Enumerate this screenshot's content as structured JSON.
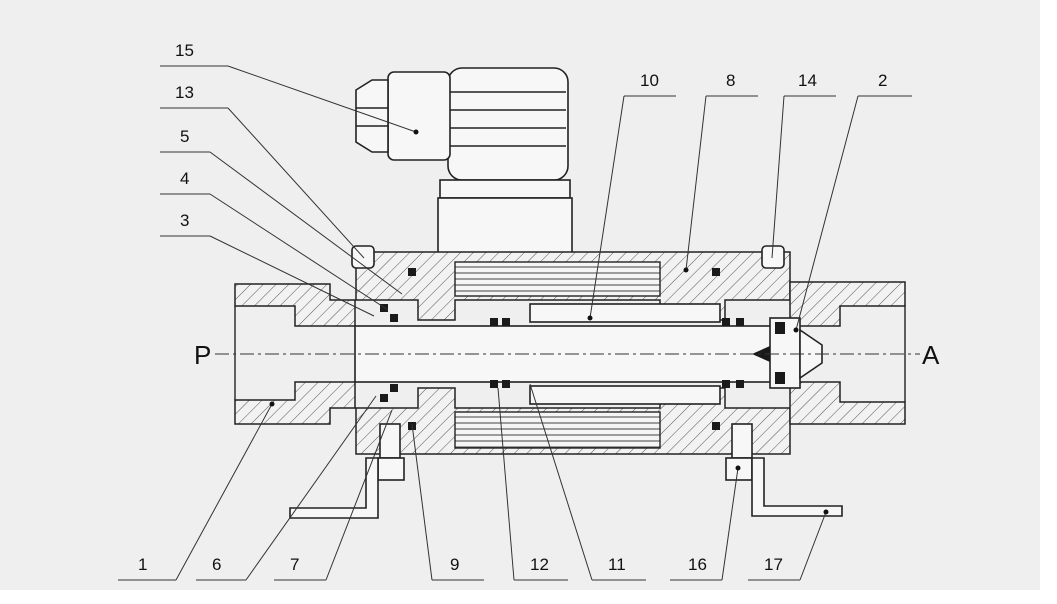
{
  "ports": {
    "inlet": "P",
    "outlet": "A"
  },
  "top_labels": [
    "15",
    "13",
    "5",
    "4",
    "3",
    "10",
    "8",
    "14",
    "2"
  ],
  "bottom_labels": [
    "1",
    "6",
    "7",
    "9",
    "12",
    "11",
    "16",
    "17"
  ]
}
